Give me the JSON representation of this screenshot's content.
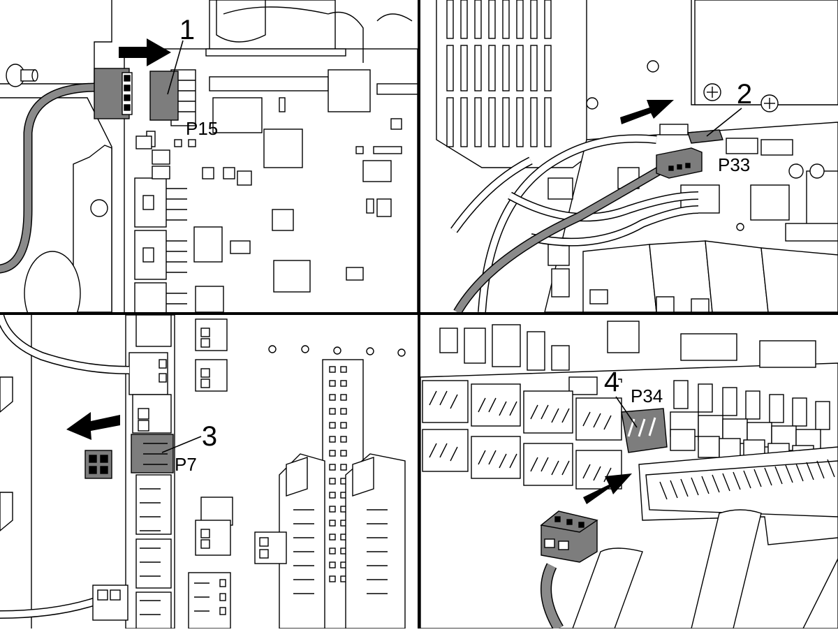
{
  "panels": [
    {
      "step_number": "1",
      "connector_label": "P15",
      "arrow_direction": "right",
      "connector_color": "#7d7d7d"
    },
    {
      "step_number": "2",
      "connector_label": "P33",
      "arrow_direction": "up-right",
      "connector_color": "#7d7d7d"
    },
    {
      "step_number": "3",
      "connector_label": "P7",
      "arrow_direction": "left",
      "connector_color": "#7d7d7d"
    },
    {
      "step_number": "4",
      "connector_label": "P34",
      "arrow_direction": "up-right",
      "connector_color": "#7d7d7d"
    }
  ],
  "colors": {
    "line": "#000000",
    "background": "#ffffff",
    "connector": "#7d7d7d",
    "cable": "#8a8a8a",
    "divider": "#000000"
  }
}
